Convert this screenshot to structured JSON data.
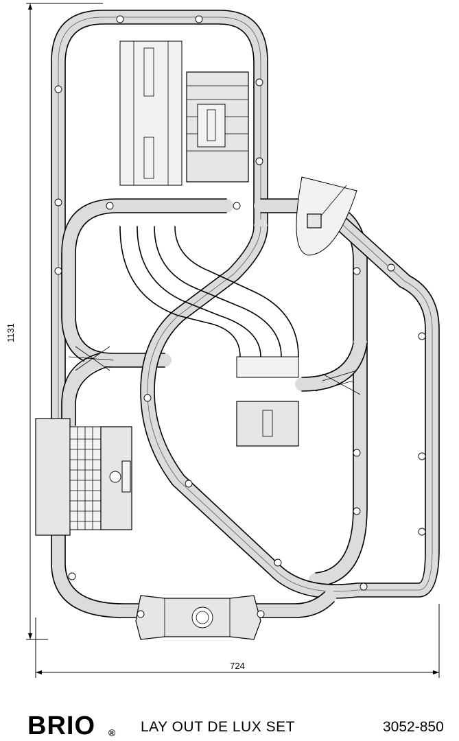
{
  "drawing": {
    "dimensions": {
      "height_label": "1131",
      "width_label": "724"
    }
  },
  "footer": {
    "brand": "BRIO",
    "registered_mark": "®",
    "set_title": "LAY OUT DE LUX SET",
    "set_code": "3052-850"
  }
}
